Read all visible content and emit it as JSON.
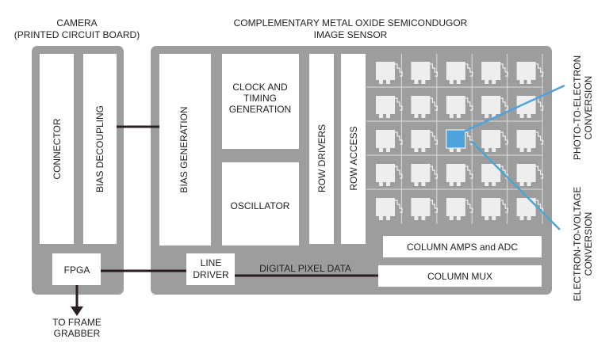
{
  "camera": {
    "title_line1": "CAMERA",
    "title_line2": "(PRINTED CIRCUIT BOARD)",
    "connector": "CONNECTOR",
    "bias_decoupling": "BIAS DECOUPLING",
    "fpga": "FPGA"
  },
  "sensor": {
    "title_line1": "COMPLEMENTARY METAL OXIDE SEMICONDUGOR",
    "title_line2": "IMAGE SENSOR",
    "bias_generation": "BIAS GENERATION",
    "clock_line1": "CLOCK AND",
    "clock_line2": "TIMING",
    "clock_line3": "GENERATION",
    "oscillator": "OSCILLATOR",
    "row_drivers": "ROW DRIVERS",
    "row_access": "ROW ACCESS",
    "column_amps": "COLUMN AMPS and ADC",
    "column_mux": "COLUMN MUX",
    "line_driver_line1": "LINE",
    "line_driver_line2": "DRIVER",
    "digital_pixel_data": "DIGITAL PIXEL DATA",
    "pixel_grid": {
      "rows": 5,
      "cols": 5,
      "highlight_row": 2,
      "highlight_col": 2
    }
  },
  "output": {
    "line1": "TO FRAME",
    "line2": "GRABBER"
  },
  "annotations": {
    "photo_line1": "PHOTO-TO-ELECTRON",
    "photo_line2": "CONVERSION",
    "electron_line1": "ELECTRON-TO-VOLTAGE",
    "electron_line2": "CONVERSION"
  },
  "colors": {
    "panel": "#9d9d9d",
    "block": "#ffffff",
    "pixel": "#eeeeee",
    "accent": "#4ea3dc",
    "wire": "#2a1e1e"
  }
}
